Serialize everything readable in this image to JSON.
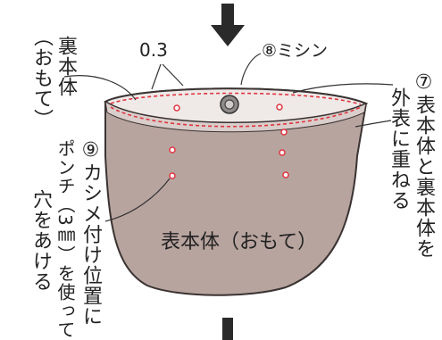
{
  "labels": {
    "lining_inside_col1": "裏本体",
    "lining_inside_col2": "（おもて）",
    "stitch_margin": "0.3",
    "step8": "⑧ミシン",
    "step7_col1": "⑦表本体と裏本体を",
    "step7_col2": "外表に重ねる",
    "step9_col1": "⑨カシメ付け位置に",
    "step9_col2": "ポンチ（3㎜）を使って",
    "step9_col3": "穴をあける",
    "outer_body": "表本体（おもて）"
  },
  "colors": {
    "outer_fill": "#b8a49f",
    "outer_stroke": "#3a3332",
    "lining_fill": "#efe9e8",
    "stitch": "#e0353f",
    "hole": "#e0353f",
    "arrow": "#2a2a2a"
  },
  "icons": [
    "down-arrow-icon",
    "rivet-icon"
  ]
}
